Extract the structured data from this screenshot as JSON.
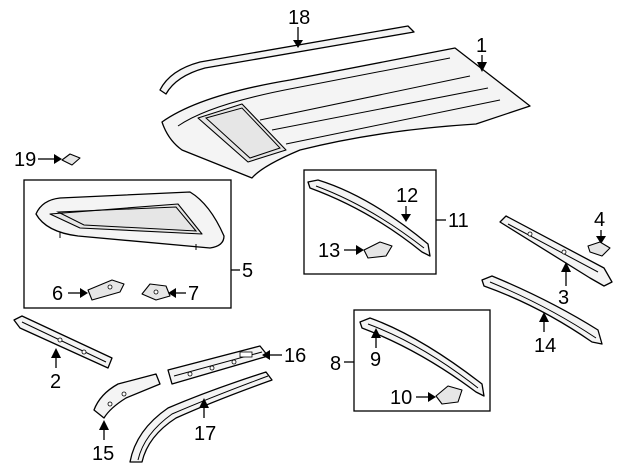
{
  "callouts": {
    "c1": "1",
    "c2": "2",
    "c3": "3",
    "c4": "4",
    "c5": "5",
    "c6": "6",
    "c7": "7",
    "c8": "8",
    "c9": "9",
    "c10": "10",
    "c11": "11",
    "c12": "12",
    "c13": "13",
    "c14": "14",
    "c15": "15",
    "c16": "16",
    "c17": "17",
    "c18": "18",
    "c19": "19"
  },
  "colors": {
    "line": "#000000",
    "fill": "#f4f4f4",
    "background": "#ffffff"
  }
}
